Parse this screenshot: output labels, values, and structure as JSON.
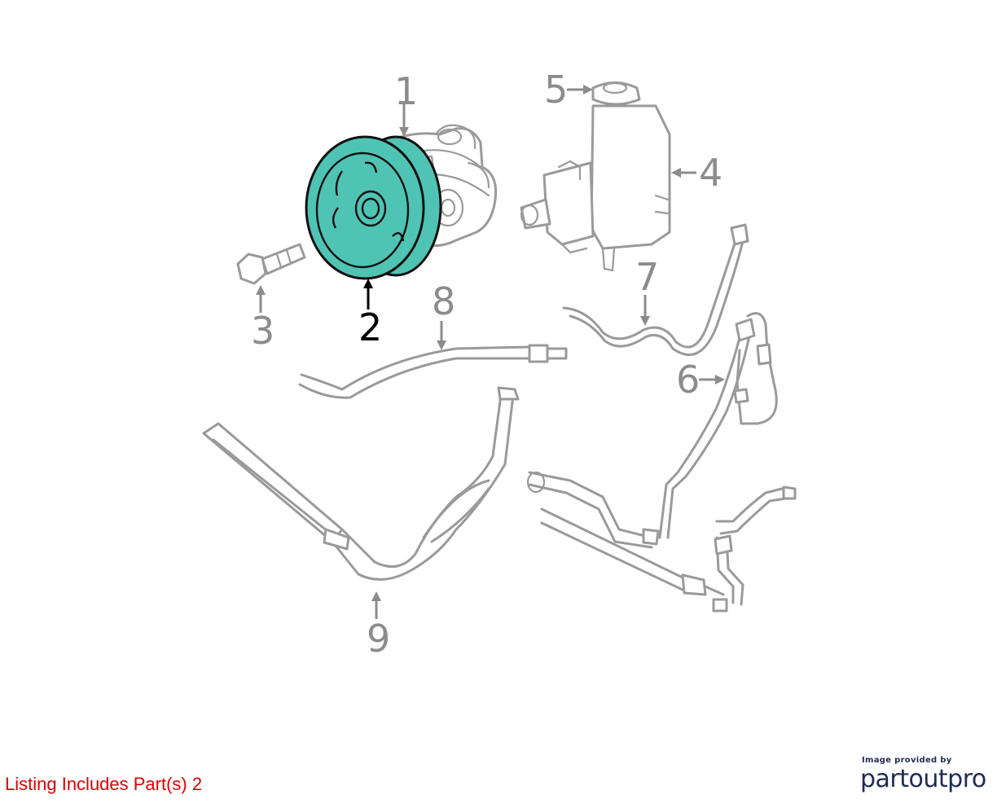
{
  "diagram": {
    "callouts": [
      {
        "id": "1",
        "label": "1",
        "highlighted": false
      },
      {
        "id": "2",
        "label": "2",
        "highlighted": true
      },
      {
        "id": "3",
        "label": "3",
        "highlighted": false
      },
      {
        "id": "4",
        "label": "4",
        "highlighted": false
      },
      {
        "id": "5",
        "label": "5",
        "highlighted": false
      },
      {
        "id": "6",
        "label": "6",
        "highlighted": false
      },
      {
        "id": "7",
        "label": "7",
        "highlighted": false
      },
      {
        "id": "8",
        "label": "8",
        "highlighted": false
      },
      {
        "id": "9",
        "label": "9",
        "highlighted": false
      }
    ],
    "colors": {
      "highlight_fill": "#4fc4b4",
      "line_gray": "#9a9a9a",
      "label_gray": "#8c8c8c",
      "note_red": "#e00000",
      "brand_navy": "#1f2a55"
    }
  },
  "footer": {
    "listing_note": "Listing Includes Part(s) 2",
    "credit_small": "Image provided by",
    "credit_brand": "partoutpro"
  }
}
